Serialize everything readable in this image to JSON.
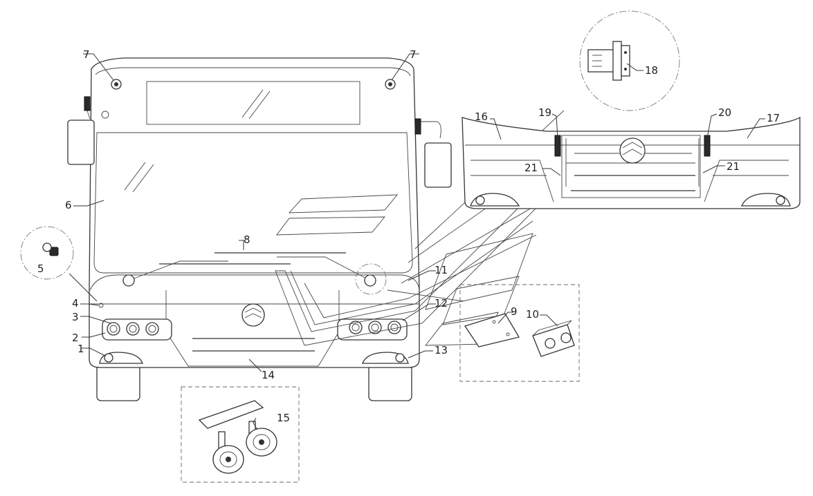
{
  "callouts": [
    "1",
    "2",
    "3",
    "4",
    "5",
    "6",
    "7",
    "8",
    "9",
    "10",
    "11",
    "12",
    "13",
    "14",
    "15",
    "16",
    "17",
    "18",
    "19",
    "20",
    "21"
  ],
  "colors": {
    "line": "#333333",
    "background": "#ffffff",
    "dark_fill": "#2a2a2a"
  }
}
